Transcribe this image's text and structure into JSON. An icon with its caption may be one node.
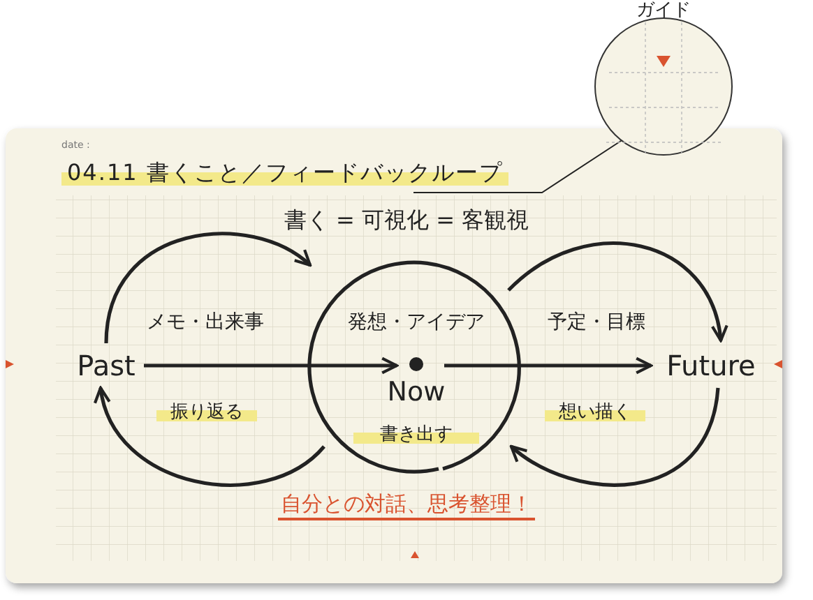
{
  "diagram": {
    "title": "04.11 書くこと／フィードバックループ",
    "nodes": [
      {
        "text": [
          "ガイド"
        ]
      },
      {
        "text": [
          "Past"
        ]
      },
      {
        "text": [
          "発想・アイデア",
          "書き出す"
        ]
      },
      {
        "text": [
          "Now"
        ],
        "in": 2
      },
      {
        "text": [
          "Future"
        ]
      }
    ],
    "edges": [
      {
        "from": 0,
        "to": null,
        "arrow": "none"
      },
      {
        "from": 1,
        "to": 3,
        "arrow": "to"
      },
      {
        "from": 3,
        "to": 4,
        "arrow": "to"
      },
      {
        "from": 1,
        "to": 2,
        "arrow": "to"
      },
      {
        "from": 2,
        "to": 1,
        "arrow": "to"
      },
      {
        "from": 2,
        "to": 4,
        "arrow": "to"
      },
      {
        "from": 4,
        "to": 2,
        "arrow": "to"
      }
    ],
    "labels": [
      "date :",
      "書く = 可視化 = 客観視",
      "メモ・出来事",
      "予定・目標",
      "振り返る",
      "想い描く",
      "自分との対話、思考整理！"
    ]
  }
}
